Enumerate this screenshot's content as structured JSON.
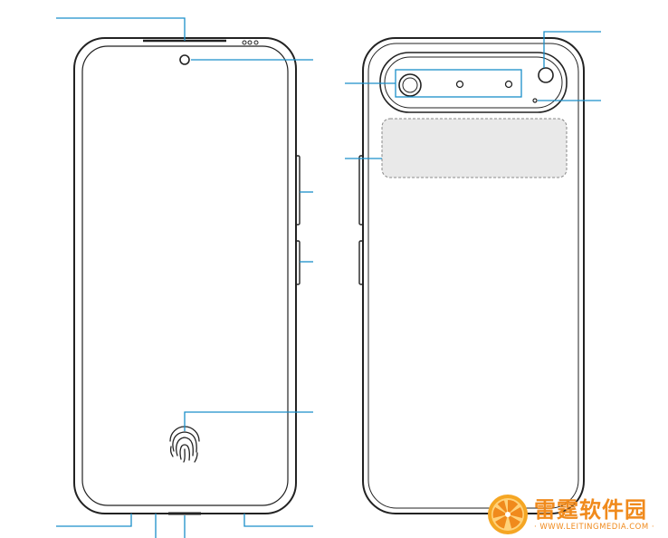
{
  "figure": {
    "front_view": "front",
    "back_view": "back"
  },
  "colors": {
    "outline": "#222222",
    "callout": "#1a8fc9",
    "panel_fill": "#e9e9e9",
    "watermark": "#f08a1c"
  },
  "icons": [
    "front-camera-icon",
    "fingerprint-icon",
    "rear-camera-icon",
    "flash-icon",
    "microphone-icon"
  ],
  "watermark": {
    "title": "雷霆软件园",
    "url": "· WWW.LEITINGMEDIA.COM ·"
  }
}
